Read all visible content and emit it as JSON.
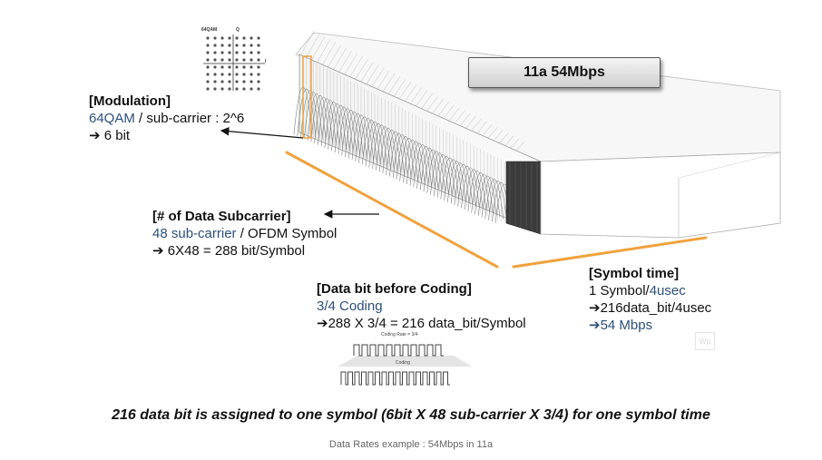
{
  "title_badge": "11a 54Mbps",
  "constellation": {
    "title": "64QAM",
    "q_axis": "Q",
    "i_axis": "I"
  },
  "modulation": {
    "heading": "[Modulation]",
    "line1_highlight": "64QAM",
    "line1_rest": " / sub-carrier : 2^6",
    "line2": "➔ 6 bit"
  },
  "subcarrier": {
    "heading": "[# of Data Subcarrier]",
    "line1_highlight": "48 sub-carrier",
    "line1_rest": " / OFDM Symbol",
    "line2": "➔ 6X48 = 288 bit/Symbol"
  },
  "coding": {
    "heading": "[Data bit before Coding]",
    "line1": "3/4 Coding",
    "line2": "➔288 X 3/4 = 216 data_bit/Symbol",
    "illustration_top": "Coding Rate = 3/4",
    "illustration_mid": "Coding"
  },
  "symbol_time": {
    "heading": "[Symbol time]",
    "line1_prefix": "1 Symbol/",
    "line1_highlight": "4usec",
    "line2": "➔216data_bit/4usec",
    "line3": "➔54 Mbps"
  },
  "summary": "216 data bit is assigned to one symbol (6bit X 48 sub-carrier X 3/4) for one symbol time",
  "caption": "Data Rates example : 54Mbps in 11a",
  "watermark": "Wp",
  "colors": {
    "accent_orange": "#f0a23c",
    "blue_text": "#2c4f7c"
  }
}
